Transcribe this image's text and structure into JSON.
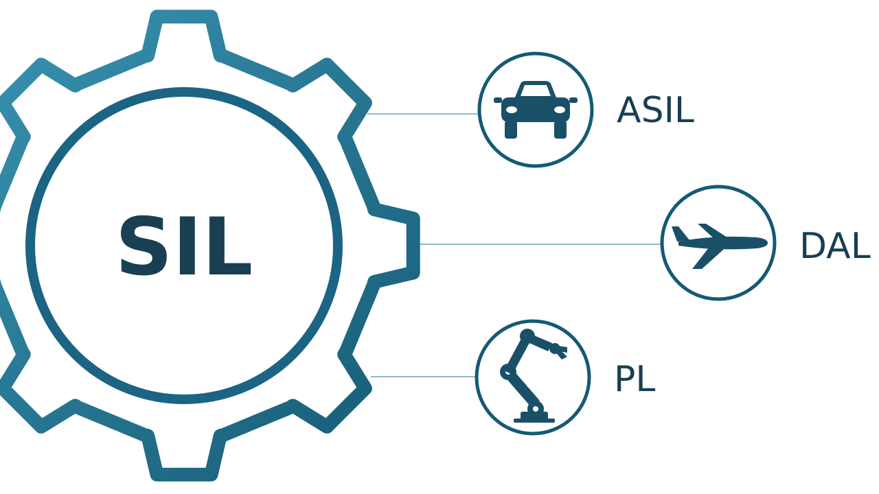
{
  "center": {
    "label": "SIL",
    "icon": "gear-icon"
  },
  "branches": [
    {
      "label": "ASIL",
      "icon": "car-icon"
    },
    {
      "label": "DAL",
      "icon": "airplane-icon"
    },
    {
      "label": "PL",
      "icon": "robot-arm-icon"
    }
  ],
  "colors": {
    "gear_outer": "#2a7f9c",
    "gear_inner": "#1b6483",
    "circle_stroke": "#155a74",
    "text": "#183f52",
    "icon_fill": "#1a4f68",
    "connector": "#8fbccb",
    "background": "#ffffff"
  }
}
